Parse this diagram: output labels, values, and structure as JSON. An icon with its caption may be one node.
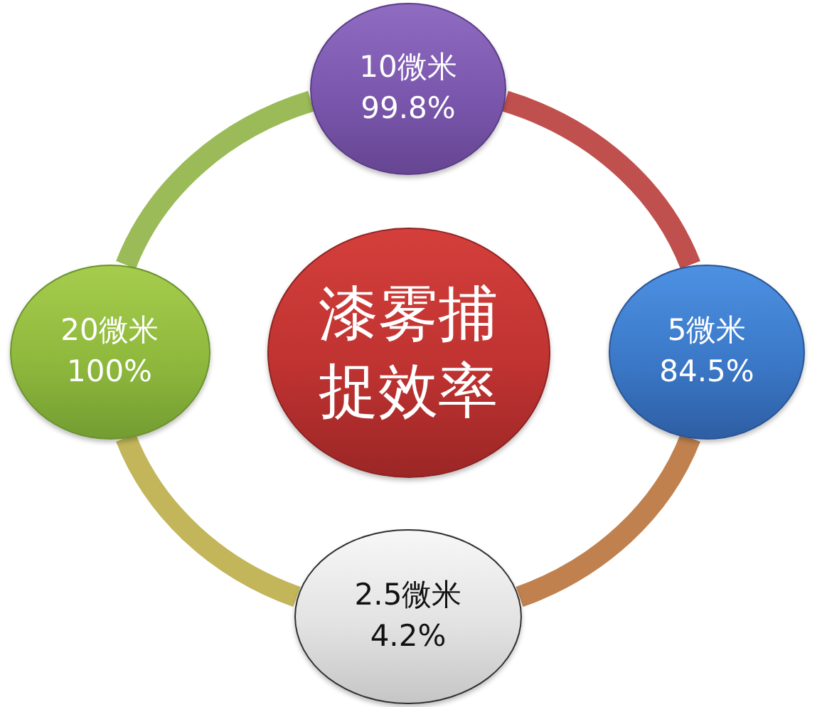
{
  "diagram": {
    "nodes": [
      {
        "text": [
          "10微米",
          "99.8%"
        ]
      },
      {
        "text": [
          "20微米",
          "100%"
        ]
      },
      {
        "text": [
          "漆雾捕捉效率"
        ]
      },
      {
        "text": [
          "5微米",
          "84.5%"
        ]
      },
      {
        "text": [
          "2.5微米",
          "4.2%"
        ]
      }
    ],
    "edges": [
      {
        "from": 0,
        "to": 3,
        "arrow": "none",
        "color": "#c0504d"
      },
      {
        "from": 3,
        "to": 4,
        "arrow": "none",
        "color": "#c0814f"
      },
      {
        "from": 4,
        "to": 1,
        "arrow": "none",
        "color": "#c2b55a"
      },
      {
        "from": 1,
        "to": 0,
        "arrow": "none",
        "color": "#9bbb59"
      }
    ]
  }
}
